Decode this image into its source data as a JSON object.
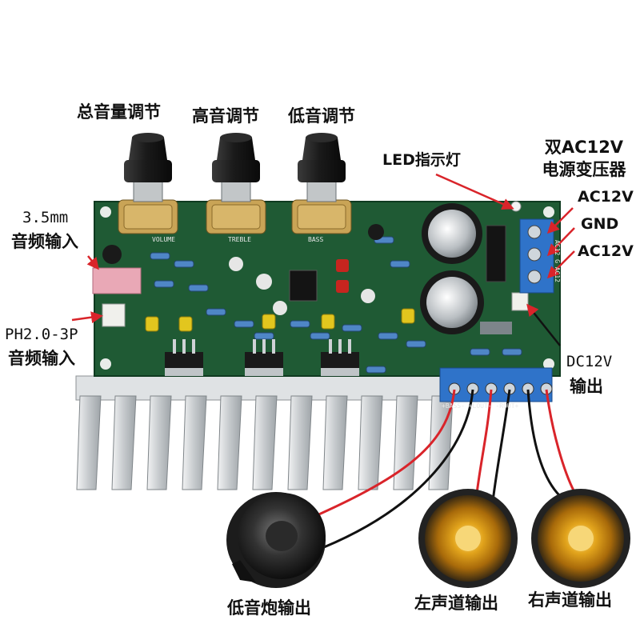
{
  "labels": {
    "volume": "总音量调节",
    "treble": "高音调节",
    "bass": "低音调节",
    "led": "LED指示灯",
    "transformer_line1": "双AC12V",
    "transformer_line2": "电源变压器",
    "ac12v_top": "AC12V",
    "gnd": "GND",
    "ac12v_bottom": "AC12V",
    "input35_line1": "3.5mm",
    "input35_line2": "音频输入",
    "ph_line1": "PH2.0-3P",
    "ph_line2": "音频输入",
    "dc12v_line1": "DC12V",
    "dc12v_line2": "输出",
    "sub_out": "低音炮输出",
    "left_out": "左声道输出",
    "right_out": "右声道输出"
  },
  "board_silkscreen": {
    "volume": "VOLUME",
    "treble": "TREBLE",
    "bass": "BASS",
    "output_terminal": "+BASS-  +LOUT-  -ROUT+",
    "power_terminal": "AC12 G AC12"
  },
  "colors": {
    "pcb": "#1f5a34",
    "heatsink": "#c9cdd0",
    "terminal": "#2f73c9",
    "arrow": "#d9242a",
    "wire_red": "#d9242a",
    "wire_black": "#111111"
  }
}
